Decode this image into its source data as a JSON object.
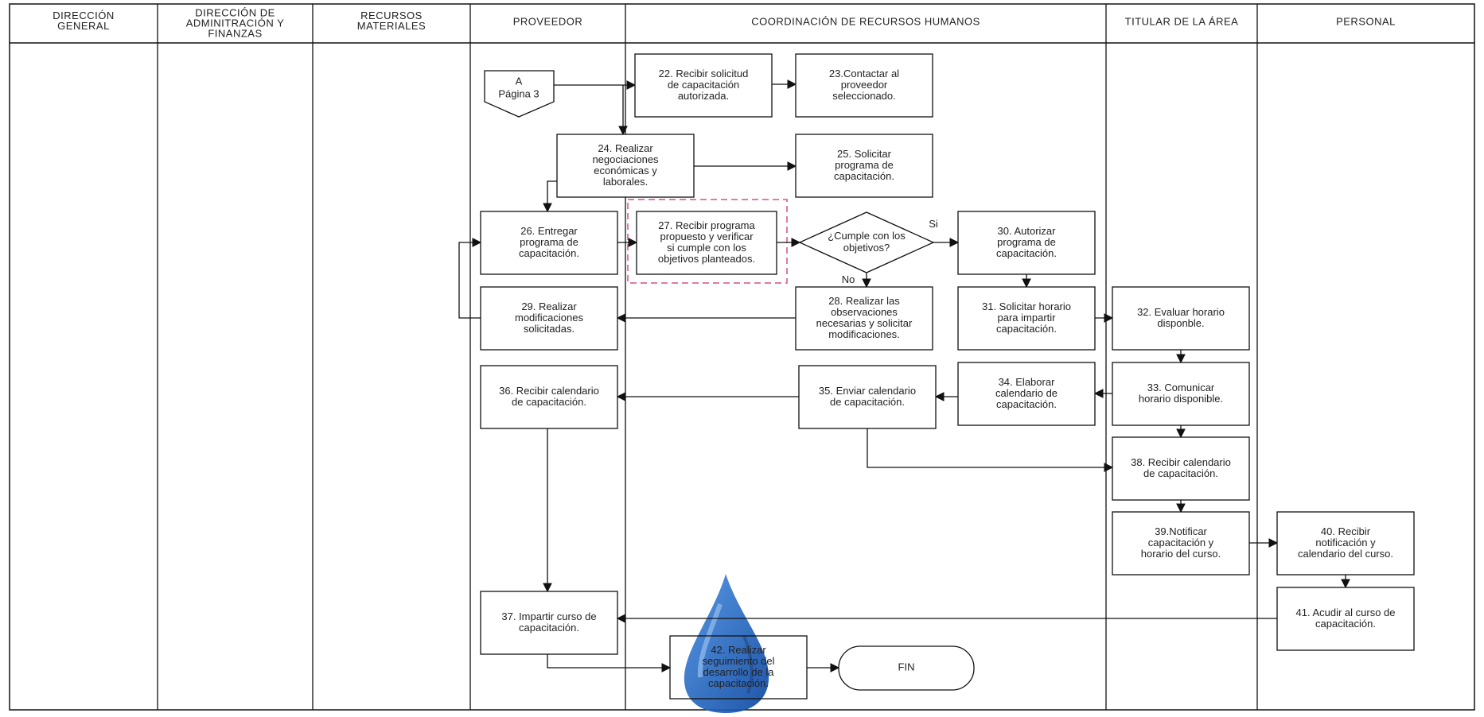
{
  "lanes": [
    {
      "id": "dg",
      "title": [
        "DIRECCIÓN",
        "GENERAL"
      ]
    },
    {
      "id": "daf",
      "title": [
        "DIRECCIÓN DE",
        "ADMINITRACIÓN Y",
        "FINANZAS"
      ]
    },
    {
      "id": "rm",
      "title": [
        "RECURSOS",
        "MATERIALES"
      ]
    },
    {
      "id": "prov",
      "title": [
        "PROVEEDOR"
      ]
    },
    {
      "id": "crh",
      "title": [
        "COORDINACIÓN DE RECURSOS HUMANOS"
      ]
    },
    {
      "id": "tit",
      "title": [
        "TITULAR DE LA ÁREA"
      ]
    },
    {
      "id": "per",
      "title": [
        "PERSONAL"
      ]
    }
  ],
  "connector": {
    "lines": [
      "A",
      "Página 3"
    ]
  },
  "steps": {
    "s22": [
      "22. Recibir solicitud",
      "de capacitación",
      "autorizada."
    ],
    "s23": [
      "23.Contactar  al",
      "proveedor",
      "seleccionado."
    ],
    "s24": [
      "24. Realizar",
      "negociaciones",
      "económicas y",
      "laborales."
    ],
    "s25": [
      "25. Solicitar",
      "programa de",
      "capacitación."
    ],
    "s26": [
      "26. Entregar",
      "programa de",
      "capacitación."
    ],
    "s27": [
      "27. Recibir programa",
      "propuesto y verificar",
      "si cumple con los",
      "objetivos planteados."
    ],
    "d_cumple": [
      "¿Cumple con los",
      "objetivos?"
    ],
    "s30": [
      "30. Autorizar",
      "programa de",
      "capacitación."
    ],
    "s29": [
      "29. Realizar",
      "modificaciones",
      "solicitadas."
    ],
    "s28": [
      "28. Realizar las",
      "observaciones",
      "necesarias y solicitar",
      "modificaciones."
    ],
    "s31": [
      "31. Solicitar horario",
      "para impartir",
      "capacitación."
    ],
    "s32": [
      "32. Evaluar horario",
      "disponble."
    ],
    "s36": [
      "36. Recibir calendario",
      "de capacitación."
    ],
    "s35": [
      "35. Enviar calendario",
      "de capacitación."
    ],
    "s34": [
      "34. Elaborar",
      "calendario de",
      "capacitación."
    ],
    "s33": [
      "33. Comunicar",
      "horario disponible."
    ],
    "s38": [
      "38. Recibir calendario",
      "de capacitación."
    ],
    "s39": [
      "39.Notificar",
      "capacitación y",
      "horario del curso."
    ],
    "s40": [
      "40. Recibir",
      "notificación y",
      "calendario del curso."
    ],
    "s37": [
      "37. Impartir curso de",
      "capacitación."
    ],
    "s41": [
      "41. Acudir al curso de",
      "capacitación."
    ],
    "s42": [
      "42. Realizar",
      "seguimiento del",
      "desarrollo de la",
      "capacitación."
    ],
    "fin": [
      "FIN"
    ]
  },
  "branch_labels": {
    "yes": "Si",
    "no": "No"
  },
  "colors": {
    "line": "#111111",
    "highlight": "#e07aa6",
    "watermark": "#1565c0"
  }
}
